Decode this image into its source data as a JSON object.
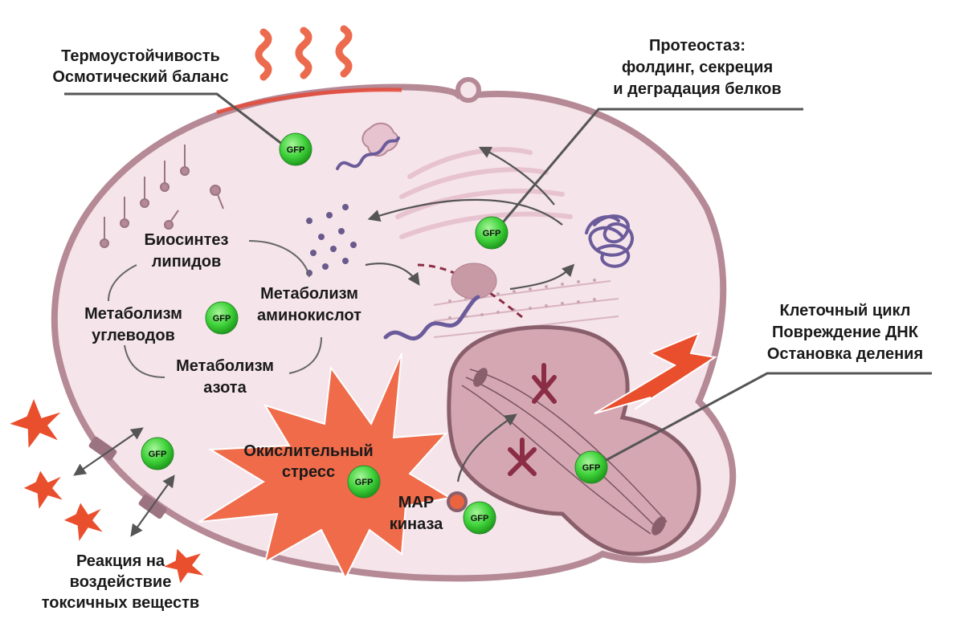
{
  "labels": {
    "thermo_line1": "Термоустойчивость",
    "thermo_line2": "Осмотический баланс",
    "proteo_line1": "Протеостаз:",
    "proteo_line2": "фолдинг, секреция",
    "proteo_line3": "и деградация белков",
    "lipid_line1": "Биосинтез",
    "lipid_line2": "липидов",
    "amino_line1": "Метаболизм",
    "amino_line2": "аминокислот",
    "carb_line1": "Метаболизм",
    "carb_line2": "углеводов",
    "nitro_line1": "Метаболизм",
    "nitro_line2": "азота",
    "cycle_line1": "Клеточный цикл",
    "cycle_line2": "Повреждение ДНК",
    "cycle_line3": "Остановка деления",
    "ox_line1": "Окислительный",
    "ox_line2": "стресс",
    "map_line1": "MAP",
    "map_line2": "киназа",
    "toxic_line1": "Реакция на",
    "toxic_line2": "воздействие",
    "toxic_line3": "токсичных веществ"
  },
  "gfp": {
    "label": "GFP",
    "color": "#3fd23a"
  },
  "colors": {
    "cell_fill": "#f5e4ea",
    "cell_border": "#b58996",
    "nucleus_fill": "#d5a7b3",
    "nucleus_border": "#8a5f6c",
    "heat": "#ec6a4d",
    "star": "#e94e2d",
    "burst": "#ef6b4a",
    "chromosome": "#8b2e45",
    "granule": "#6a5a8c"
  }
}
